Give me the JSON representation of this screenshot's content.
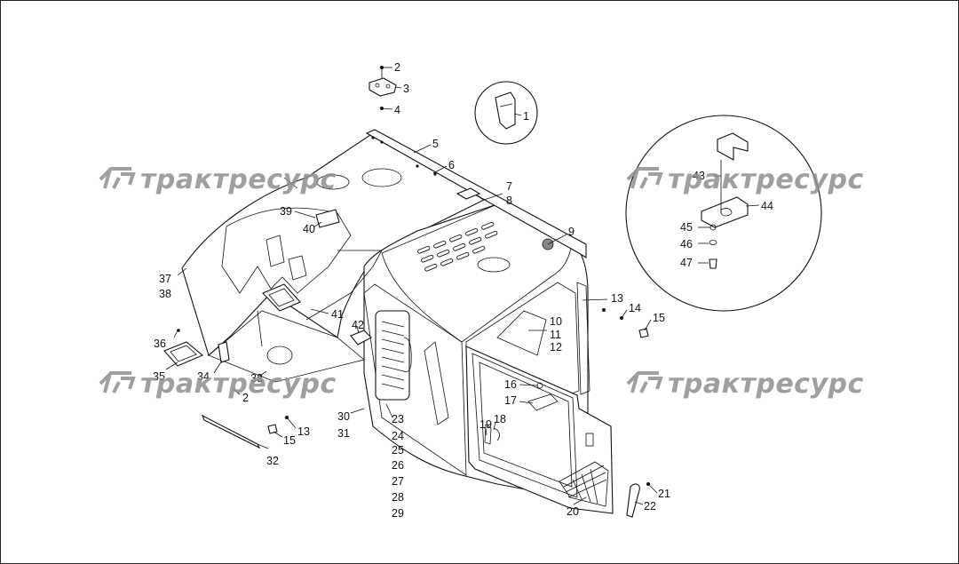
{
  "watermark": {
    "text": "трактресурс"
  },
  "callouts": [
    {
      "id": "c1",
      "label": "1"
    },
    {
      "id": "c2a",
      "label": "2"
    },
    {
      "id": "c3",
      "label": "3"
    },
    {
      "id": "c4",
      "label": "4"
    },
    {
      "id": "c5",
      "label": "5"
    },
    {
      "id": "c6",
      "label": "6"
    },
    {
      "id": "c7",
      "label": "7"
    },
    {
      "id": "c8",
      "label": "8"
    },
    {
      "id": "c9",
      "label": "9"
    },
    {
      "id": "c10",
      "label": "10"
    },
    {
      "id": "c11",
      "label": "11"
    },
    {
      "id": "c12",
      "label": "12"
    },
    {
      "id": "c13a",
      "label": "13"
    },
    {
      "id": "c14",
      "label": "14"
    },
    {
      "id": "c15a",
      "label": "15"
    },
    {
      "id": "c16",
      "label": "16"
    },
    {
      "id": "c17",
      "label": "17"
    },
    {
      "id": "c18",
      "label": "18"
    },
    {
      "id": "c19",
      "label": "19"
    },
    {
      "id": "c20",
      "label": "20"
    },
    {
      "id": "c21",
      "label": "21"
    },
    {
      "id": "c22",
      "label": "22"
    },
    {
      "id": "c23",
      "label": "23"
    },
    {
      "id": "c24",
      "label": "24"
    },
    {
      "id": "c25",
      "label": "25"
    },
    {
      "id": "c26",
      "label": "26"
    },
    {
      "id": "c27",
      "label": "27"
    },
    {
      "id": "c28",
      "label": "28"
    },
    {
      "id": "c29",
      "label": "29"
    },
    {
      "id": "c30",
      "label": "30"
    },
    {
      "id": "c31",
      "label": "31"
    },
    {
      "id": "c32",
      "label": "32"
    },
    {
      "id": "c33",
      "label": "33"
    },
    {
      "id": "c34",
      "label": "34"
    },
    {
      "id": "c35",
      "label": "35"
    },
    {
      "id": "c36",
      "label": "36"
    },
    {
      "id": "c37",
      "label": "37"
    },
    {
      "id": "c38",
      "label": "38"
    },
    {
      "id": "c39",
      "label": "39"
    },
    {
      "id": "c40",
      "label": "40"
    },
    {
      "id": "c41",
      "label": "41"
    },
    {
      "id": "c42",
      "label": "42"
    },
    {
      "id": "c43",
      "label": "43"
    },
    {
      "id": "c44",
      "label": "44"
    },
    {
      "id": "c45",
      "label": "45"
    },
    {
      "id": "c46",
      "label": "46"
    },
    {
      "id": "c47",
      "label": "47"
    },
    {
      "id": "c2b",
      "label": "2"
    },
    {
      "id": "c13b",
      "label": "13"
    },
    {
      "id": "c15b",
      "label": "15"
    }
  ]
}
